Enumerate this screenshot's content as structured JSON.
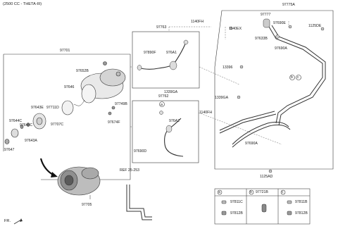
{
  "header": {
    "engine": "(2500 CC - THETA-III)"
  },
  "left_group": {
    "title": "97701",
    "parts": [
      "97652B",
      "97646",
      "97643E",
      "97711D",
      "97749B",
      "97644C",
      "97646C",
      "97707C",
      "97674F",
      "97643A",
      "97647"
    ]
  },
  "compressor_bottom": {
    "label": "97705"
  },
  "center_upper": {
    "title": "97763",
    "parts": [
      "97890F",
      "976A1"
    ],
    "bolt": "1140FH"
  },
  "center_mid": {
    "parts": [
      "1339GA",
      "97762",
      "976A2",
      "97690D"
    ],
    "bolt": "1140FH",
    "circle": "a"
  },
  "ref": {
    "text": "REF 25-253"
  },
  "right_group": {
    "title": "97775A",
    "sub": "97777",
    "parts": [
      "1140EX",
      "97690E",
      "1125DE",
      "97633B",
      "97690A",
      "13396",
      "1339GA",
      "97690A",
      "1125AD"
    ],
    "circles": [
      "b",
      "c"
    ]
  },
  "legend": {
    "cols": [
      {
        "letter": "a",
        "code": "",
        "items": [
          "97811C",
          "97812B"
        ]
      },
      {
        "letter": "b",
        "code": "97721B",
        "items": []
      },
      {
        "letter": "c",
        "code": "",
        "items": [
          "97811B",
          "97812B"
        ]
      }
    ]
  },
  "footer": {
    "fr": "FR."
  }
}
